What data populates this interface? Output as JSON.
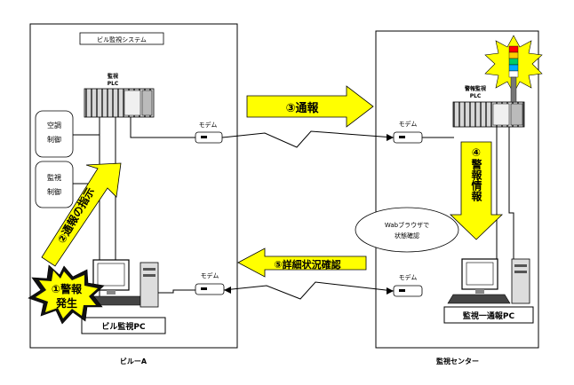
{
  "building": {
    "system_label": "ビル監視システム",
    "caption": "ビルーA",
    "plc_label_line1": "監視",
    "plc_label_line2": "PLC",
    "aircon_line1": "空調",
    "aircon_line2": "制御",
    "monitor_line1": "監視",
    "monitor_line2": "制御",
    "modem_top": "モデム",
    "modem_bottom": "モデム",
    "pc_label": "ビル監視PC"
  },
  "center": {
    "caption": "監視センター",
    "plc_label_line1": "警報監視",
    "plc_label_line2": "PLC",
    "modem_top": "モデム",
    "modem_bottom": "モデム",
    "browser_line1": "Wabブラウザで",
    "browser_line2": "状態確認",
    "pc_label": "監視一通報PC"
  },
  "steps": {
    "s1_line1": "①警報",
    "s1_line2": "発生",
    "s2": "②通報の指示",
    "s3": "③通報",
    "s4": "④警報情報",
    "s5": "⑤詳細状況確認"
  },
  "colors": {
    "arrow_yellow": "#ffff00",
    "burst_dark": "#111111",
    "stroke": "#000000"
  }
}
